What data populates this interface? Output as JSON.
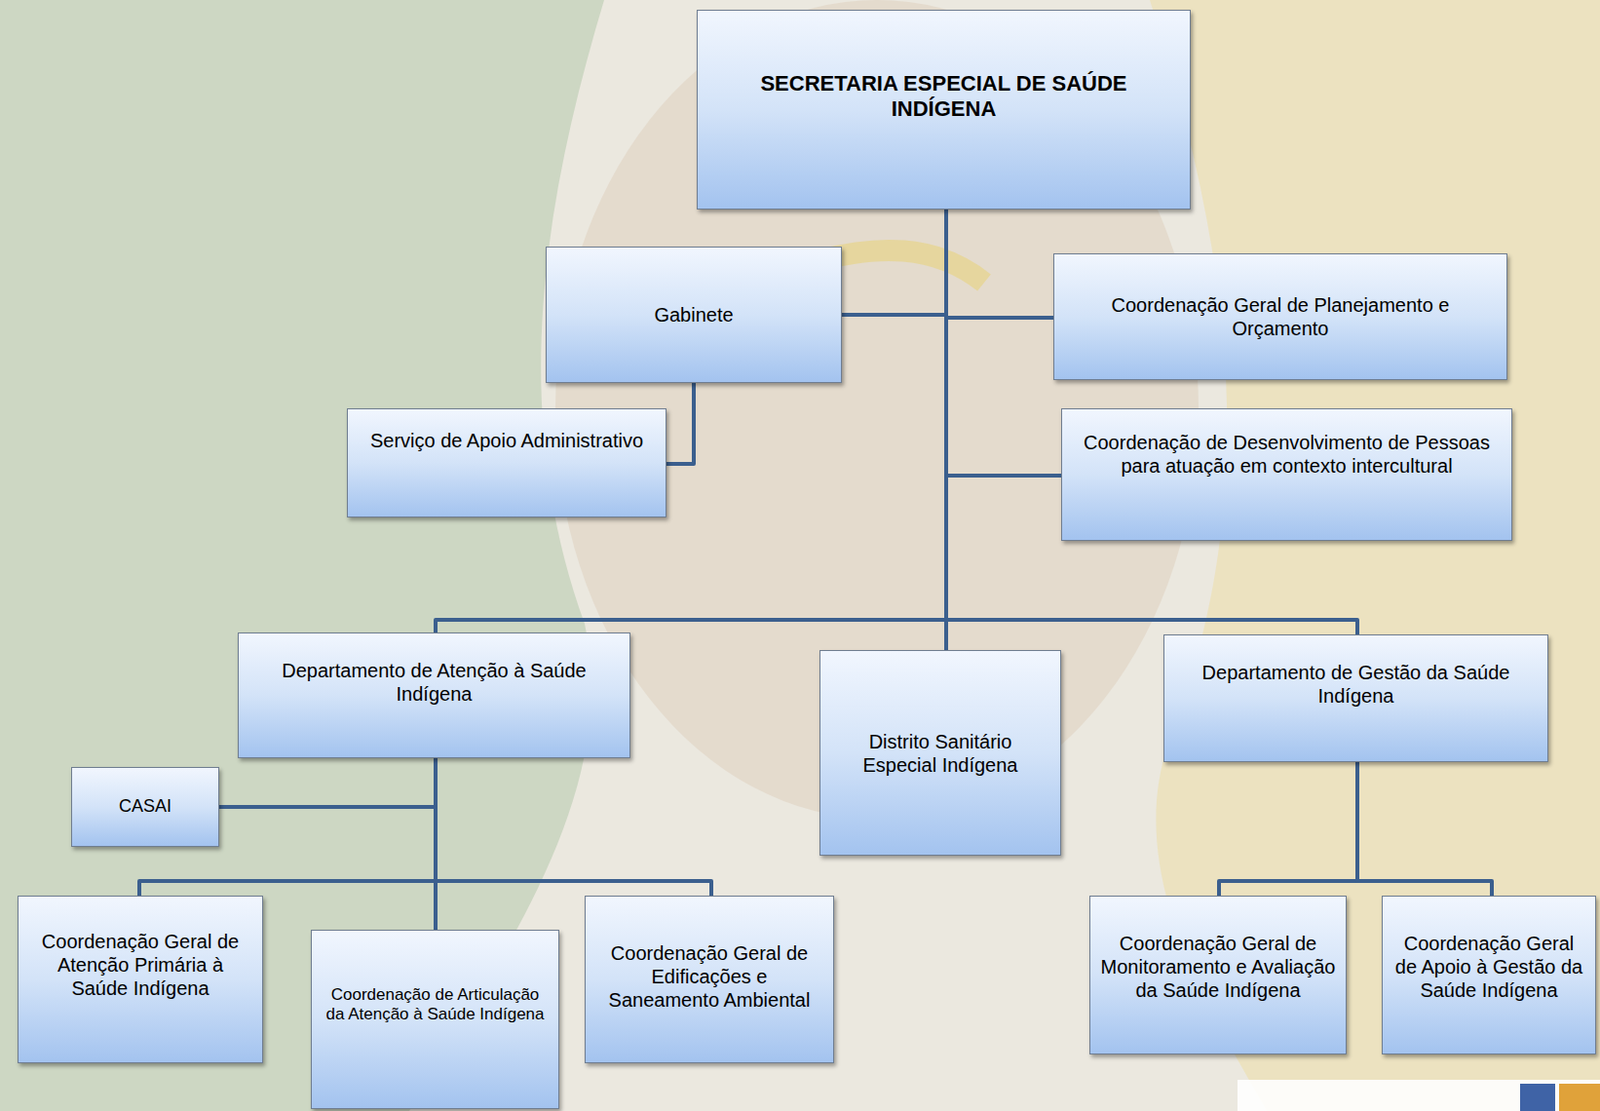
{
  "diagram": {
    "nodes": [
      {
        "text": [
          "SECRETARIA ESPECIAL DE SAÚDE INDÍGENA"
        ]
      },
      {
        "text": [
          "Gabinete"
        ]
      },
      {
        "text": [
          "Coordenação Geral de Planejamento e Orçamento"
        ]
      },
      {
        "text": [
          "Serviço de Apoio Administrativo"
        ]
      },
      {
        "text": [
          "Coordenação de Desenvolvimento de Pessoas para atuação em contexto intercultural"
        ]
      },
      {
        "text": [
          "Departamento de Atenção à Saúde Indígena"
        ]
      },
      {
        "text": [
          "Distrito Sanitário Especial Indígena"
        ]
      },
      {
        "text": [
          "Departamento de Gestão da Saúde Indígena"
        ]
      },
      {
        "text": [
          "CASAI"
        ]
      },
      {
        "text": [
          "Coordenação Geral de Atenção Primária à Saúde Indígena"
        ]
      },
      {
        "text": [
          "Coordenação de Articulação da Atenção à Saúde Indígena"
        ]
      },
      {
        "text": [
          "Coordenação Geral de Edificações e Saneamento Ambiental"
        ]
      },
      {
        "text": [
          "Coordenação Geral de Monitoramento e Avaliação da Saúde Indígena"
        ]
      },
      {
        "text": [
          "Coordenação Geral de Apoio à Gestão da Saúde Indígena"
        ]
      }
    ],
    "edges": [
      {
        "from": 0,
        "to": 1,
        "arrow": "none"
      },
      {
        "from": 0,
        "to": 2,
        "arrow": "none"
      },
      {
        "from": 1,
        "to": 3,
        "arrow": "none"
      },
      {
        "from": 0,
        "to": 4,
        "arrow": "none"
      },
      {
        "from": 0,
        "to": 5,
        "arrow": "none"
      },
      {
        "from": 0,
        "to": 6,
        "arrow": "none"
      },
      {
        "from": 0,
        "to": 7,
        "arrow": "none"
      },
      {
        "from": 5,
        "to": 8,
        "arrow": "none"
      },
      {
        "from": 5,
        "to": 9,
        "arrow": "none"
      },
      {
        "from": 5,
        "to": 10,
        "arrow": "none"
      },
      {
        "from": 5,
        "to": 11,
        "arrow": "none"
      },
      {
        "from": 7,
        "to": 12,
        "arrow": "none"
      },
      {
        "from": 7,
        "to": 13,
        "arrow": "none"
      }
    ]
  }
}
